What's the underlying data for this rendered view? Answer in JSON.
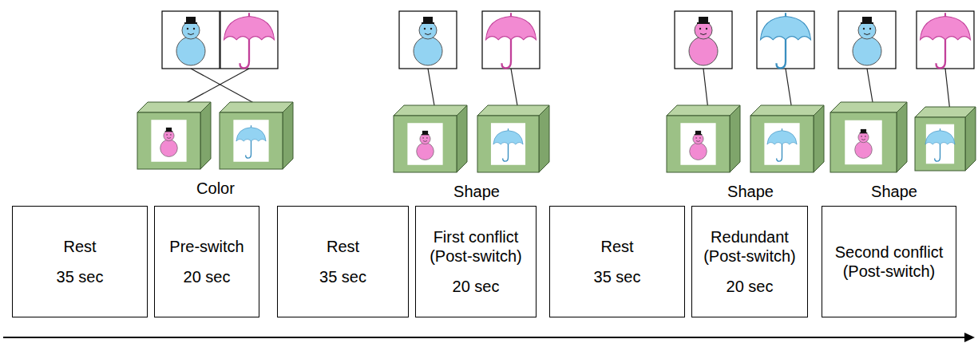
{
  "diagram": {
    "nodes": [
      {
        "text": [
          "Rest",
          "35 sec"
        ]
      },
      {
        "text": [
          "Pre-switch",
          "20 sec"
        ]
      },
      {
        "text": [
          "Rest",
          "35 sec"
        ]
      },
      {
        "text": [
          "First conflict (Post-switch)",
          "20 sec"
        ]
      },
      {
        "text": [
          "Rest",
          "35 sec"
        ]
      },
      {
        "text": [
          "Redundant (Post-switch)",
          "20 sec"
        ]
      },
      {
        "text": [
          "Second conflict (Post-switch)"
        ]
      }
    ],
    "labels": [
      "Color",
      "Shape",
      "Shape",
      "Shape"
    ]
  }
}
